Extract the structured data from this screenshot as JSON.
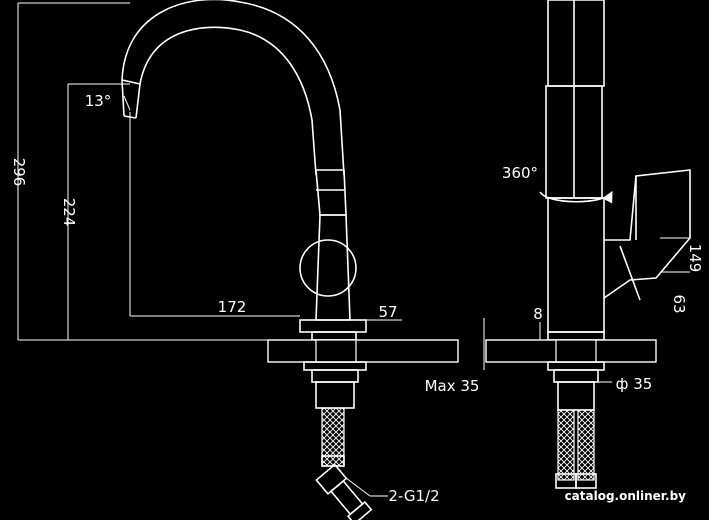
{
  "dimensions": {
    "total_height": "296",
    "spout_height": "224",
    "spout_reach": "172",
    "base_height": "57",
    "spout_angle": "13°",
    "rotation": "360°",
    "handle_height": "149",
    "handle_offset": "63",
    "base_gap": "8",
    "max_thickness": "Max 35",
    "hole_diameter": "ф 35",
    "connection": "2-G1/2"
  },
  "watermark": "catalog.onliner.by"
}
